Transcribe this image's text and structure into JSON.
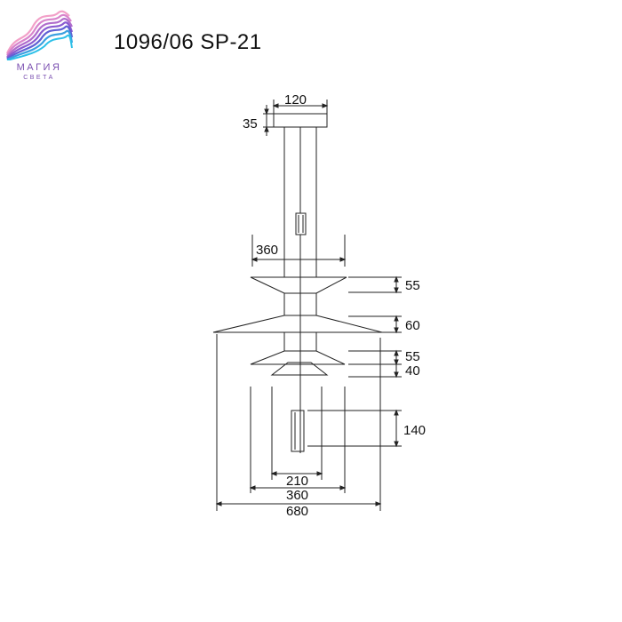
{
  "header": {
    "model": "1096/06 SP-21"
  },
  "logo": {
    "brand": "МАГИЯ",
    "sub": "СВЕТА",
    "colors": [
      "#f2a0c8",
      "#c86cc8",
      "#8a5ad0",
      "#5b6cd8",
      "#3aa0e0"
    ]
  },
  "dimensions": {
    "canopy_width": "120",
    "canopy_height": "35",
    "shade1_width": "360",
    "shade1_height": "55",
    "shade2_height": "60",
    "shade3_height": "55",
    "shade4_height": "40",
    "pendant_height": "140",
    "width_210": "210",
    "width_360": "360",
    "width_680": "680"
  }
}
